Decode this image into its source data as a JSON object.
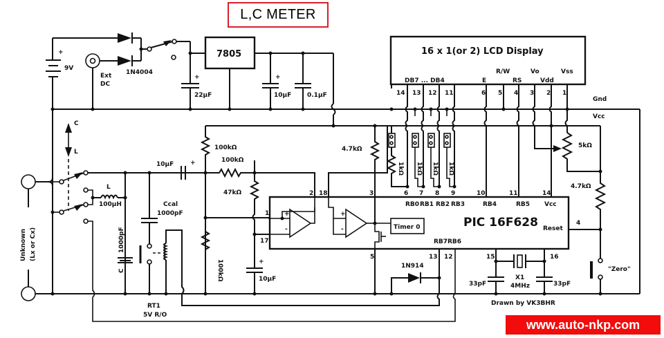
{
  "title": "L,C METER",
  "watermark": "www.auto-nkp.com",
  "colors": {
    "title_border": "#d81f2a",
    "banner_bg": "#f20c0c",
    "banner_text": "#ffffff",
    "ink": "#111111"
  },
  "power": {
    "battery": "9V",
    "ext_dc_line1": "Ext",
    "ext_dc_line2": "DC",
    "diode": "1N4004",
    "regulator": "7805",
    "c_in": "22µF",
    "c_out1": "10µF",
    "c_out2": "0.1µF"
  },
  "lcd": {
    "title": "16 x 1(or 2) LCD Display",
    "pin_labels": {
      "db7_db4": "DB7 ... DB4",
      "e": "E",
      "rw": "R/W",
      "rs": "RS",
      "vo": "Vo",
      "vdd": "Vdd",
      "vss": "Vss"
    },
    "pins": [
      "14",
      "13",
      "12",
      "11",
      "6",
      "5",
      "4",
      "3",
      "2",
      "1"
    ]
  },
  "rails": {
    "gnd": "Gnd",
    "vcc": "Vcc"
  },
  "pot": "5kΩ",
  "resistors": {
    "r_bias": "100kΩ",
    "r_series": "100kΩ",
    "r_47k": "47kΩ",
    "r_100k_low": "100kΩ",
    "r_pullup": "4.7kΩ",
    "r_reset": "4.7kΩ",
    "r_1k": [
      "1kΩ",
      "1kΩ",
      "1kΩ",
      "1kΩ"
    ]
  },
  "input": {
    "unknown_line1": "Unknown",
    "unknown_line2": "(Lx or Cx)",
    "switch_c": "C",
    "switch_l": "L",
    "inductor_name": "L",
    "inductor_value": "100µH",
    "c_main_name": "C",
    "c_main_value": "1000pF",
    "c_couple": "10µF",
    "ccal_name": "Ccal",
    "ccal_value": "1000pF",
    "relay_name": "RT1",
    "relay_value": "5V R/O",
    "c_bypass": "10µF"
  },
  "pic": {
    "name": "PIC 16F628",
    "timer": "Timer 0",
    "reset": "Reset",
    "port_labels": [
      "RB0",
      "RB1",
      "RB2",
      "RB3",
      "RB4",
      "RB5",
      "Vcc"
    ],
    "port_pins": [
      "6",
      "7",
      "8",
      "9",
      "10",
      "11",
      "14"
    ],
    "pin_2": "2",
    "pin_18": "18",
    "pin_3": "3",
    "pin_1": "1",
    "pin_17": "17",
    "pin_5": "5",
    "pin_4": "4",
    "rb7": "RB7",
    "rb6": "RB6",
    "pin_13": "13",
    "pin_12": "12",
    "pin_15": "15",
    "pin_16": "16"
  },
  "osc": {
    "crystal_name": "X1",
    "crystal_value": "4MHz",
    "c1": "33pF",
    "c2": "33pF"
  },
  "diode2": "1N914",
  "zero_button": "\"Zero\"",
  "credit": "Drawn by VK3BHR"
}
